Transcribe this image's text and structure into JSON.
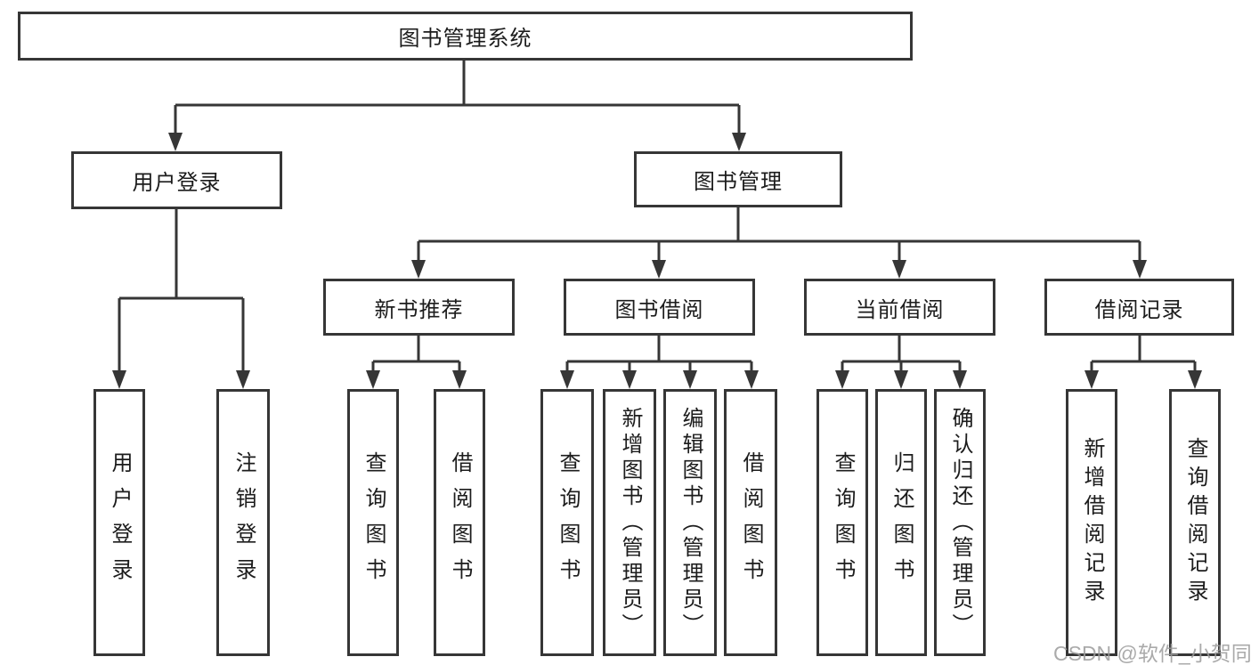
{
  "diagram": {
    "title_node": "图书管理系统",
    "branches": [
      {
        "label": "用户登录",
        "leaves": [
          "用户登录",
          "注销登录"
        ]
      },
      {
        "label": "图书管理",
        "sections": [
          {
            "label": "新书推荐",
            "leaves": [
              "查询图书",
              "借阅图书"
            ]
          },
          {
            "label": "图书借阅",
            "leaves": [
              "查询图书",
              "新增图书（管理员）",
              "编辑图书（管理员）",
              "借阅图书"
            ]
          },
          {
            "label": "当前借阅",
            "leaves": [
              "查询图书",
              "归还图书",
              "确认归还（管理员）"
            ]
          },
          {
            "label": "借阅记录",
            "leaves": [
              "新增借阅记录",
              "查询借阅记录"
            ]
          }
        ]
      }
    ]
  },
  "watermark": {
    "text": "CSDN @软件_小贺同学"
  },
  "colors": {
    "line": "#363636",
    "text": "#1c1c1c",
    "background": "#ffffff",
    "watermark": "#9c9c9c"
  }
}
